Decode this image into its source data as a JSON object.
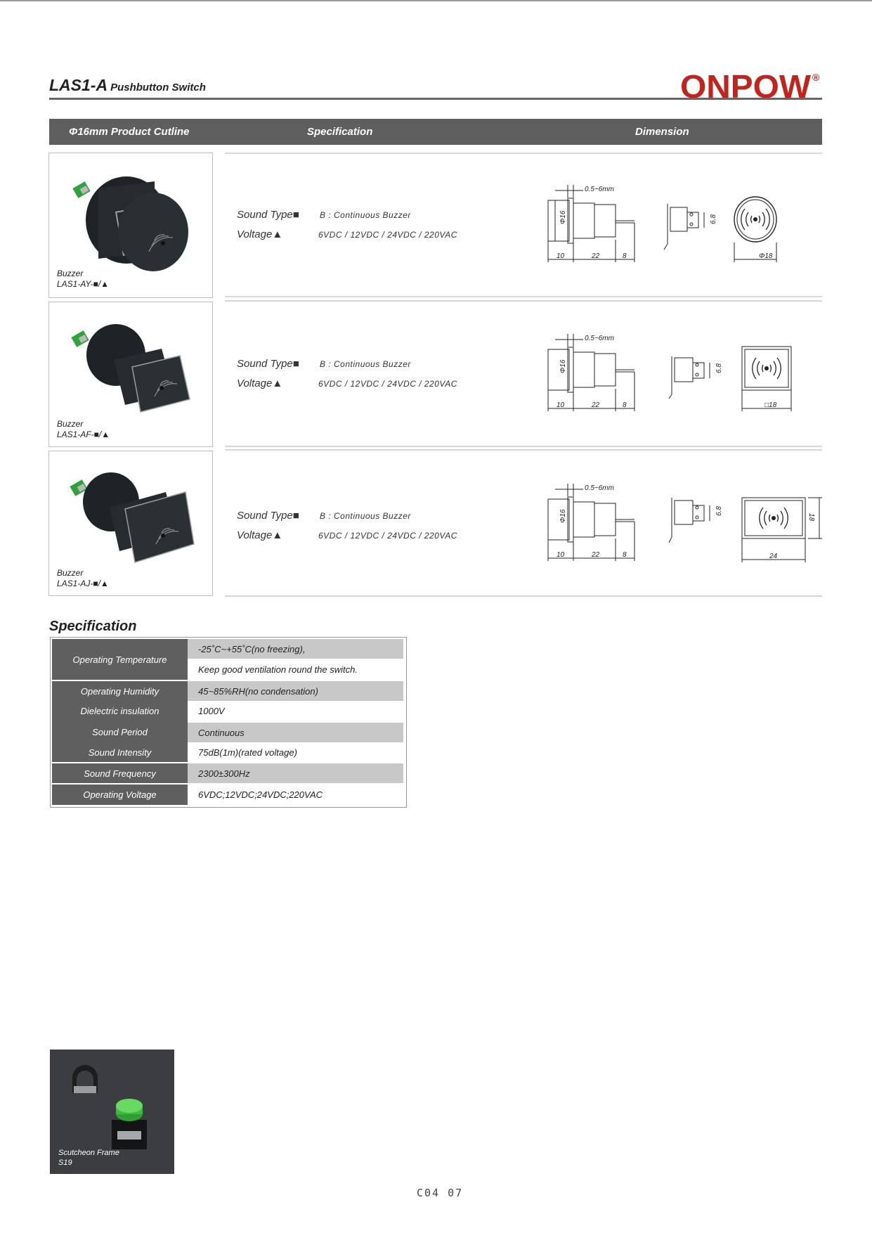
{
  "document": {
    "title_main": "LAS1-A",
    "title_sub": "Pushbutton Switch",
    "brand": "ONPOW",
    "brand_mark": "®",
    "page_code": "C04 07"
  },
  "header": {
    "col1": "Φ16mm Product Cutline",
    "col2": "Specification",
    "col3": "Dimension"
  },
  "products": [
    {
      "name": "Buzzer",
      "model": "LAS1-AY-■/▲",
      "sound_type_label": "Sound Type■",
      "sound_type_value": "B : Continuous  Buzzer",
      "voltage_label": "Voltage▲",
      "voltage_value": "6VDC / 12VDC / 24VDC / 220VAC",
      "dims": {
        "gap": "0.5~6mm",
        "diameter": "Φ16",
        "a": "10",
        "b": "22",
        "c": "8",
        "pin": "6.8",
        "face": "Φ18"
      }
    },
    {
      "name": "Buzzer",
      "model": "LAS1-AF-■/▲",
      "sound_type_label": "Sound Type■",
      "sound_type_value": "B : Continuous  Buzzer",
      "voltage_label": "Voltage▲",
      "voltage_value": "6VDC / 12VDC / 24VDC / 220VAC",
      "dims": {
        "gap": "0.5~6mm",
        "diameter": "Φ16",
        "a": "10",
        "b": "22",
        "c": "8",
        "pin": "6.8",
        "face": "□18"
      }
    },
    {
      "name": "Buzzer",
      "model": "LAS1-AJ-■/▲",
      "sound_type_label": "Sound Type■",
      "sound_type_value": "B : Continuous  Buzzer",
      "voltage_label": "Voltage▲",
      "voltage_value": "6VDC / 12VDC / 24VDC / 220VAC",
      "dims": {
        "gap": "0.5~6mm",
        "diameter": "Φ16",
        "a": "10",
        "b": "22",
        "c": "8",
        "pin": "6.8",
        "face_w": "24",
        "face_h": "18"
      }
    }
  ],
  "specification": {
    "heading": "Specification",
    "rows": [
      {
        "label": "Operating Temperature",
        "values": [
          "-25˚C~+55˚C(no freezing),",
          "Keep good ventilation round the switch."
        ]
      },
      {
        "label": "Operating Humidity",
        "values": [
          "45~85%RH(no condensation)"
        ]
      },
      {
        "label": "Dielectric insulation",
        "values": [
          "1000V"
        ]
      },
      {
        "label": "Sound  Period",
        "values": [
          "Continuous"
        ]
      },
      {
        "label": "Sound Intensity",
        "values": [
          "75dB(1m)(rated voltage)"
        ]
      },
      {
        "label": "Sound Frequency",
        "values": [
          "2300±300Hz"
        ]
      },
      {
        "label": "Operating  Voltage",
        "values": [
          "6VDC;12VDC;24VDC;220VAC"
        ]
      }
    ]
  },
  "accessory": {
    "caption_line1": "Scutcheon Frame",
    "caption_line2": "S19"
  },
  "colors": {
    "brand_red": "#c0241d",
    "header_grey": "#5f5f5f",
    "cell_grey": "#c8c8c8",
    "cap_green": "#2fa23a"
  }
}
